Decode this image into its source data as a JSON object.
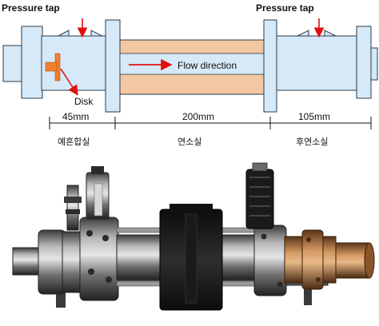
{
  "diagram": {
    "labels": {
      "pressure_tap_left": "Pressure tap",
      "pressure_tap_right": "Pressure tap",
      "flow_direction": "Flow direction",
      "disk": "Disk"
    },
    "dimensions": [
      {
        "length": "45mm",
        "section": "예혼합실"
      },
      {
        "length": "200mm",
        "section": "연소실"
      },
      {
        "length": "105mm",
        "section": "후연소실"
      }
    ],
    "colors": {
      "body_fill": "#d6e9f8",
      "body_stroke": "#2a3a4a",
      "chamber_liner": "#f3c7a2",
      "disk": "#f07e2e",
      "arrow": "#e01010"
    }
  },
  "photo": {
    "subject": "assembled combustor hardware photograph",
    "colors": {
      "metal_dark": "#1e1e1e",
      "metal_mid": "#6e6e6e",
      "metal_light": "#c8c8c8",
      "copper": "#b87a48"
    }
  }
}
